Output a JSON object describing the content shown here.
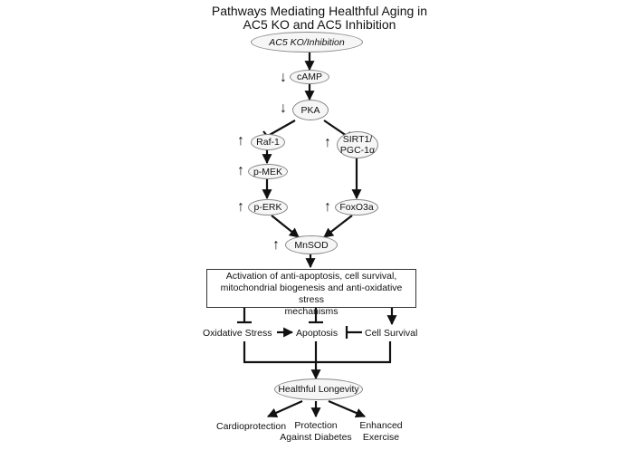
{
  "title": {
    "line1": "Pathways Mediating Healthful Aging in",
    "line2": "AC5 KO and AC5 Inhibition"
  },
  "nodes": {
    "ac5": "AC5 KO/Inhibition",
    "camp": "cAMP",
    "pka": "PKA",
    "raf1": "Raf-1",
    "sirt1_line1": "SIRT1/",
    "sirt1_line2": "PGC-1α",
    "pmek": "p-MEK",
    "perk": "p-ERK",
    "foxo3a": "FoxO3a",
    "mnsod": "MnSOD",
    "longevity": "Healthful Longevity"
  },
  "indicators": {
    "down": "↓",
    "up": "↑"
  },
  "activation_box": {
    "line1": "Activation of anti-apoptosis, cell survival,",
    "line2": "mitochondrial biogenesis and anti-oxidative stress",
    "line3": "mechanisms"
  },
  "outcomes": {
    "oxidative_stress": "Oxidative Stress",
    "apoptosis": "Apoptosis",
    "cell_survival": "Cell Survival"
  },
  "benefits": {
    "cardioprotection": "Cardioprotection",
    "diabetes_line1": "Protection",
    "diabetes_line2": "Against Diabetes",
    "exercise_line1": "Enhanced",
    "exercise_line2": "Exercise"
  }
}
